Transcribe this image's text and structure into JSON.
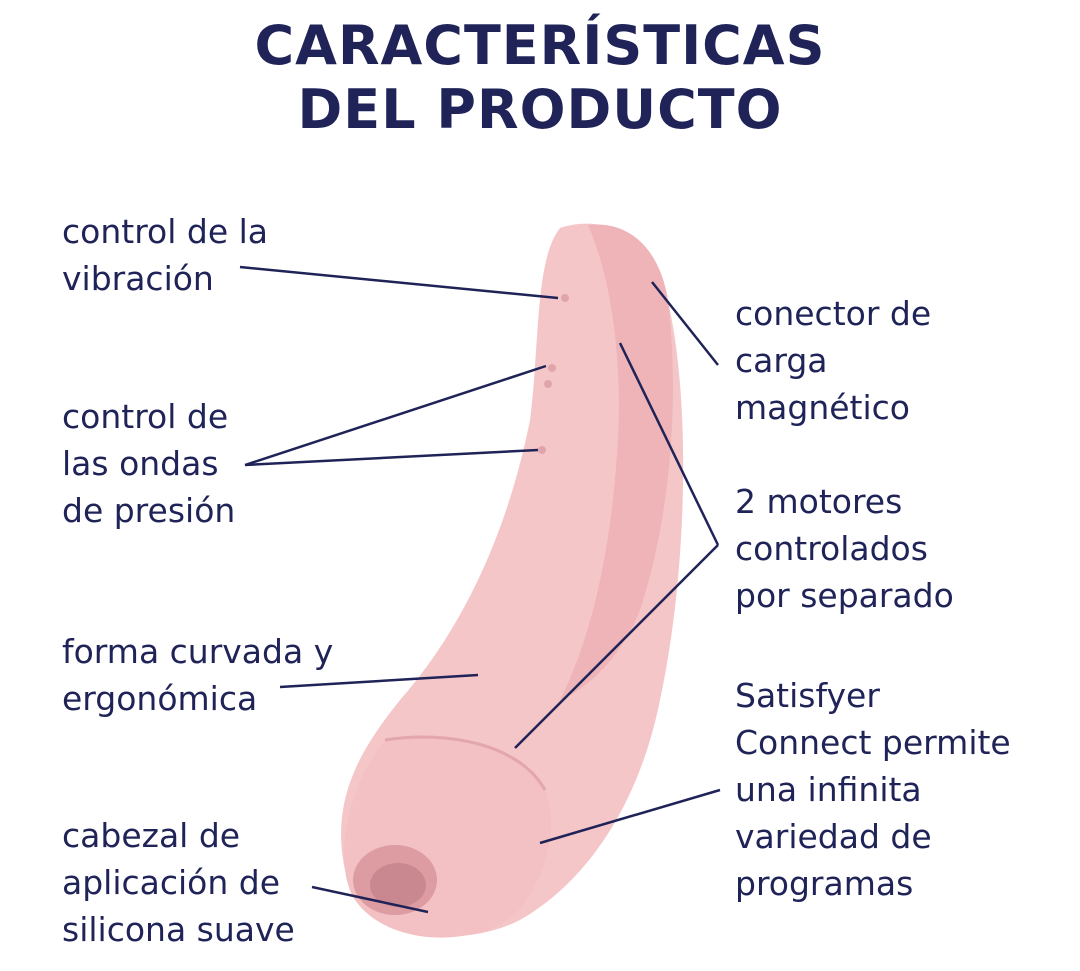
{
  "title": {
    "line1": "CARACTERÍSTICAS",
    "line2": "DEL PRODUCTO"
  },
  "colors": {
    "text": "#1f2357",
    "product_pink": "#f5c6c8",
    "product_shadow": "#e6aeb2",
    "background": "#ffffff"
  },
  "features": {
    "vibration_control": {
      "lines": [
        "control de la",
        "vibración"
      ]
    },
    "pressure_wave_control": {
      "lines": [
        "control de",
        "las ondas",
        "de presión"
      ]
    },
    "curved_shape": {
      "lines": [
        "forma curvada y",
        "ergonómica"
      ]
    },
    "silicone_head": {
      "lines": [
        "cabezal de",
        "aplicación de",
        "silicona suave"
      ]
    },
    "magnetic_charger": {
      "lines": [
        "conector de",
        "carga",
        "magnético"
      ]
    },
    "two_motors": {
      "lines": [
        "2 motores",
        "controlados",
        "por separado"
      ]
    },
    "app_connect": {
      "lines": [
        "Satisfyer",
        "Connect permite",
        "una infinita",
        "variedad de",
        "programas"
      ]
    }
  }
}
